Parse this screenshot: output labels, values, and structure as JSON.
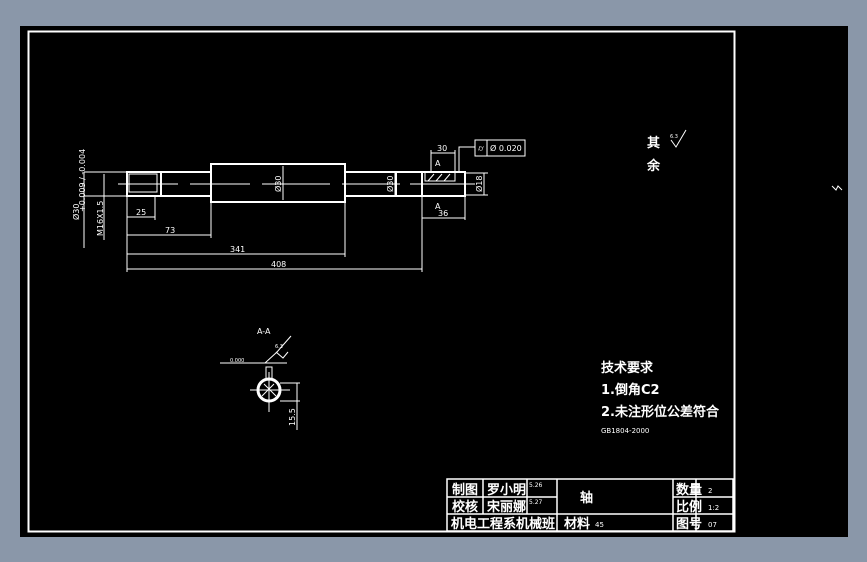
{
  "drawing": {
    "part_view": {
      "dims": {
        "d_left": "Ø30",
        "d_left_tol": "+0.009 / -0.004",
        "thread": "M16X1.5",
        "d_mid": "Ø30",
        "d_right1": "Ø30",
        "d_right2": "Ø18",
        "len_25": "25",
        "len_73": "73",
        "len_341": "341",
        "len_408": "408",
        "len_36": "36",
        "len_30": "30"
      },
      "section_mark_top": "A",
      "section_mark_bottom": "A",
      "tolerance_frame": "Ø 0.020"
    },
    "roughness_note": {
      "line1": "其",
      "line2": "余",
      "symbol_value": "6.3"
    },
    "section_view": {
      "title": "A-A",
      "roughness": "6.3",
      "datum_tol": "0.000",
      "dim": "15.5"
    },
    "requirements": {
      "title": "技术要求",
      "item1": "1.倒角C2",
      "item2": "2.未注形位公差符合",
      "standard": "GB1804-2000"
    },
    "title_block": {
      "drawn_label": "制图",
      "drawn_name": "罗小明",
      "drawn_date": "5.26",
      "check_label": "校核",
      "check_name": "宋丽娜",
      "check_date": "5.27",
      "part_name": "轴",
      "dept": "机电工程系机械班",
      "material_label": "材料",
      "material": "45",
      "qty_label": "数量",
      "qty": "2",
      "scale_label": "比例",
      "scale": "1:2",
      "drawing_no_label": "图号",
      "drawing_no": "07"
    }
  }
}
